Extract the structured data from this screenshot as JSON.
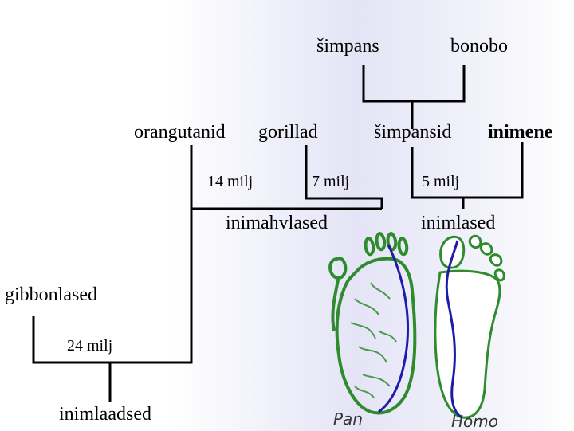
{
  "taxa": {
    "simpans": "šimpans",
    "bonobo": "bonobo",
    "orangutanid": "orangutanid",
    "gorillad": "gorillad",
    "simpansid": "šimpansid",
    "inimene": "inimene",
    "gibbonlased": "gibbonlased",
    "inimahvlased": "inimahvlased",
    "inimlased": "inimlased",
    "inimlaadsed": "inimlaadsed"
  },
  "dates": {
    "d14": "14 milj",
    "d7": "7 milj",
    "d5": "5 milj",
    "d24": "24 milj"
  },
  "feet": {
    "pan_caption": "Pan",
    "homo_caption": "Homo",
    "pan_color": "#2e8b2e",
    "homo_outline": "#2e8b2e",
    "midline_color": "#1c1ca8"
  },
  "colors": {
    "tree_line": "#000000"
  }
}
